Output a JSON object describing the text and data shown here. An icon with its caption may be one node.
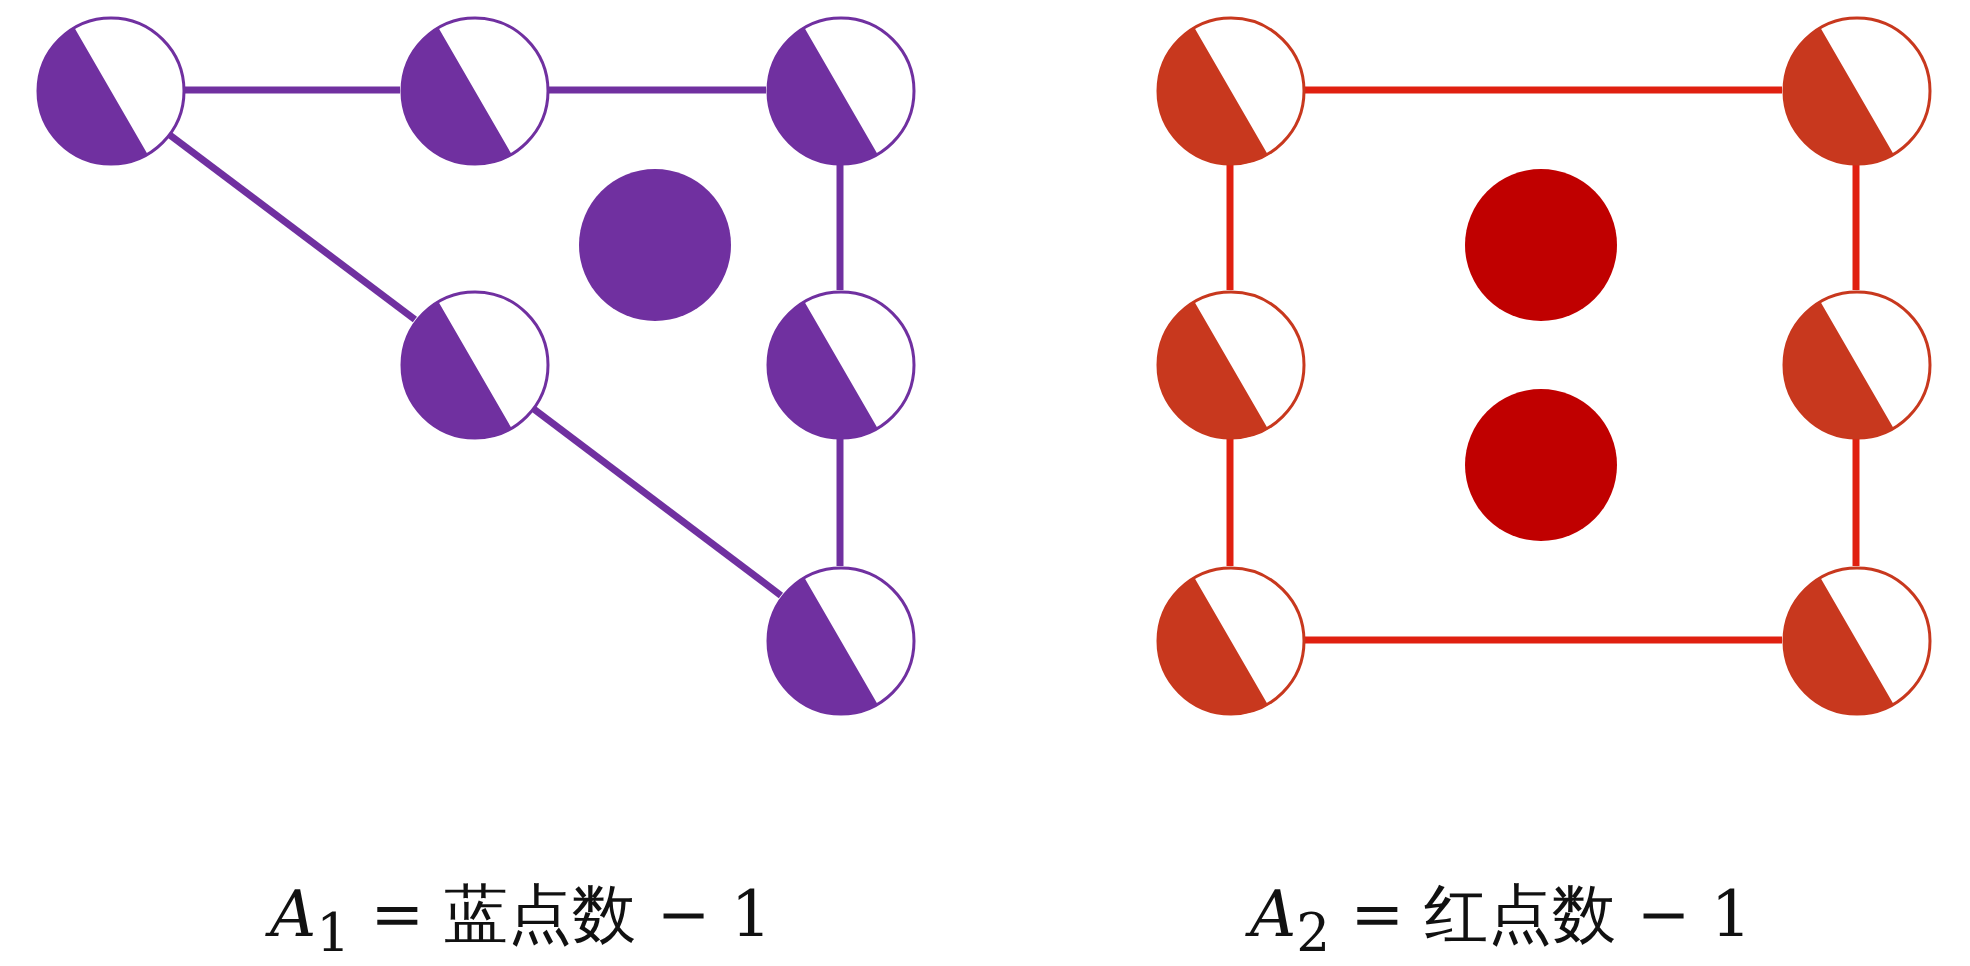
{
  "diagram": {
    "nodes": [
      {
        "text": [],
        "shape": "circle"
      },
      {
        "text": [],
        "shape": "circle"
      },
      {
        "text": [],
        "shape": "circle"
      },
      {
        "text": [],
        "shape": "circle"
      },
      {
        "text": [],
        "shape": "circle"
      },
      {
        "text": [],
        "shape": "circle"
      },
      {
        "text": [],
        "shape": "circle"
      },
      {
        "text": [],
        "shape": "circle"
      },
      {
        "text": [],
        "shape": "circle"
      },
      {
        "text": [],
        "shape": "circle"
      },
      {
        "text": [],
        "shape": "circle"
      },
      {
        "text": [],
        "shape": "circle"
      },
      {
        "text": [],
        "shape": "circle"
      },
      {
        "text": [],
        "shape": "circle"
      },
      {
        "text": [],
        "shape": "circle"
      }
    ],
    "edges": [
      {
        "from": 0,
        "to": 1,
        "arrow": "none",
        "color": "#7030a0"
      },
      {
        "from": 1,
        "to": 2,
        "arrow": "none",
        "color": "#7030a0"
      },
      {
        "from": 2,
        "to": 5,
        "arrow": "none",
        "color": "#7030a0"
      },
      {
        "from": 5,
        "to": 6,
        "arrow": "none",
        "color": "#7030a0"
      },
      {
        "from": 0,
        "to": 4,
        "arrow": "none",
        "color": "#7030a0"
      },
      {
        "from": 4,
        "to": 6,
        "arrow": "none",
        "color": "#7030a0"
      },
      {
        "from": 7,
        "to": 8,
        "arrow": "none",
        "color": "#e02010"
      },
      {
        "from": 7,
        "to": 10,
        "arrow": "none",
        "color": "#e02010"
      },
      {
        "from": 8,
        "to": 11,
        "arrow": "none",
        "color": "#e02010"
      },
      {
        "from": 10,
        "to": 13,
        "arrow": "none",
        "color": "#e02010"
      },
      {
        "from": 11,
        "to": 14,
        "arrow": "none",
        "color": "#e02010"
      },
      {
        "from": 13,
        "to": 14,
        "arrow": "none",
        "color": "#e02010"
      }
    ],
    "labels": [
      "*A*$_{1}$ = 蓝点数 − 1",
      "*A*$_{2}$ = 红点数 − 1"
    ]
  }
}
